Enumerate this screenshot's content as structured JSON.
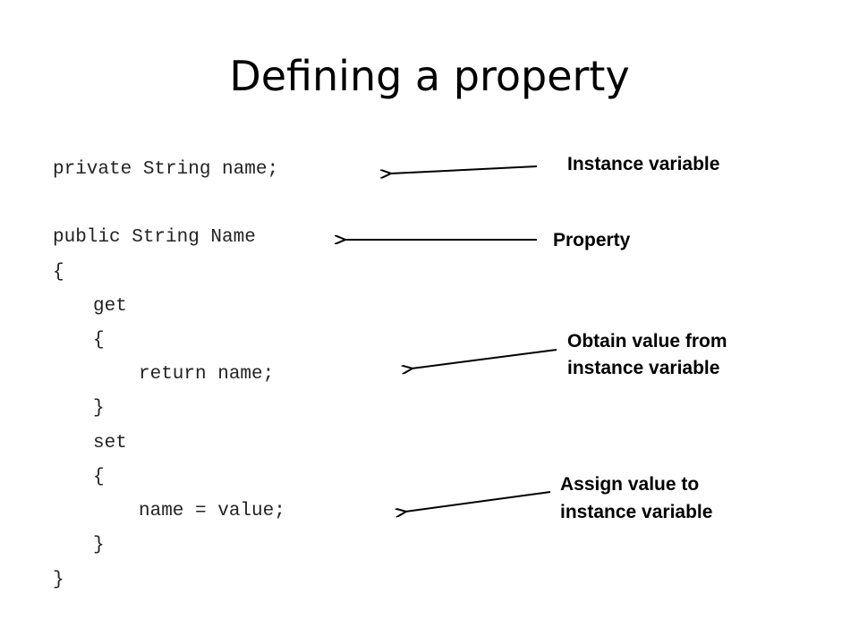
{
  "slide": {
    "title": "Defining a property",
    "code_lines": [
      "private String name;",
      "public String Name",
      "{",
      "get",
      "{",
      "return name;",
      "}",
      "set",
      "{",
      "name = value;",
      "}",
      "}"
    ],
    "annotations": {
      "instance_variable": "Instance variable",
      "property": "Property",
      "obtain_line1": "Obtain value from",
      "obtain_line2": "instance variable",
      "assign_line1": "Assign value to",
      "assign_line2": "instance variable"
    }
  }
}
